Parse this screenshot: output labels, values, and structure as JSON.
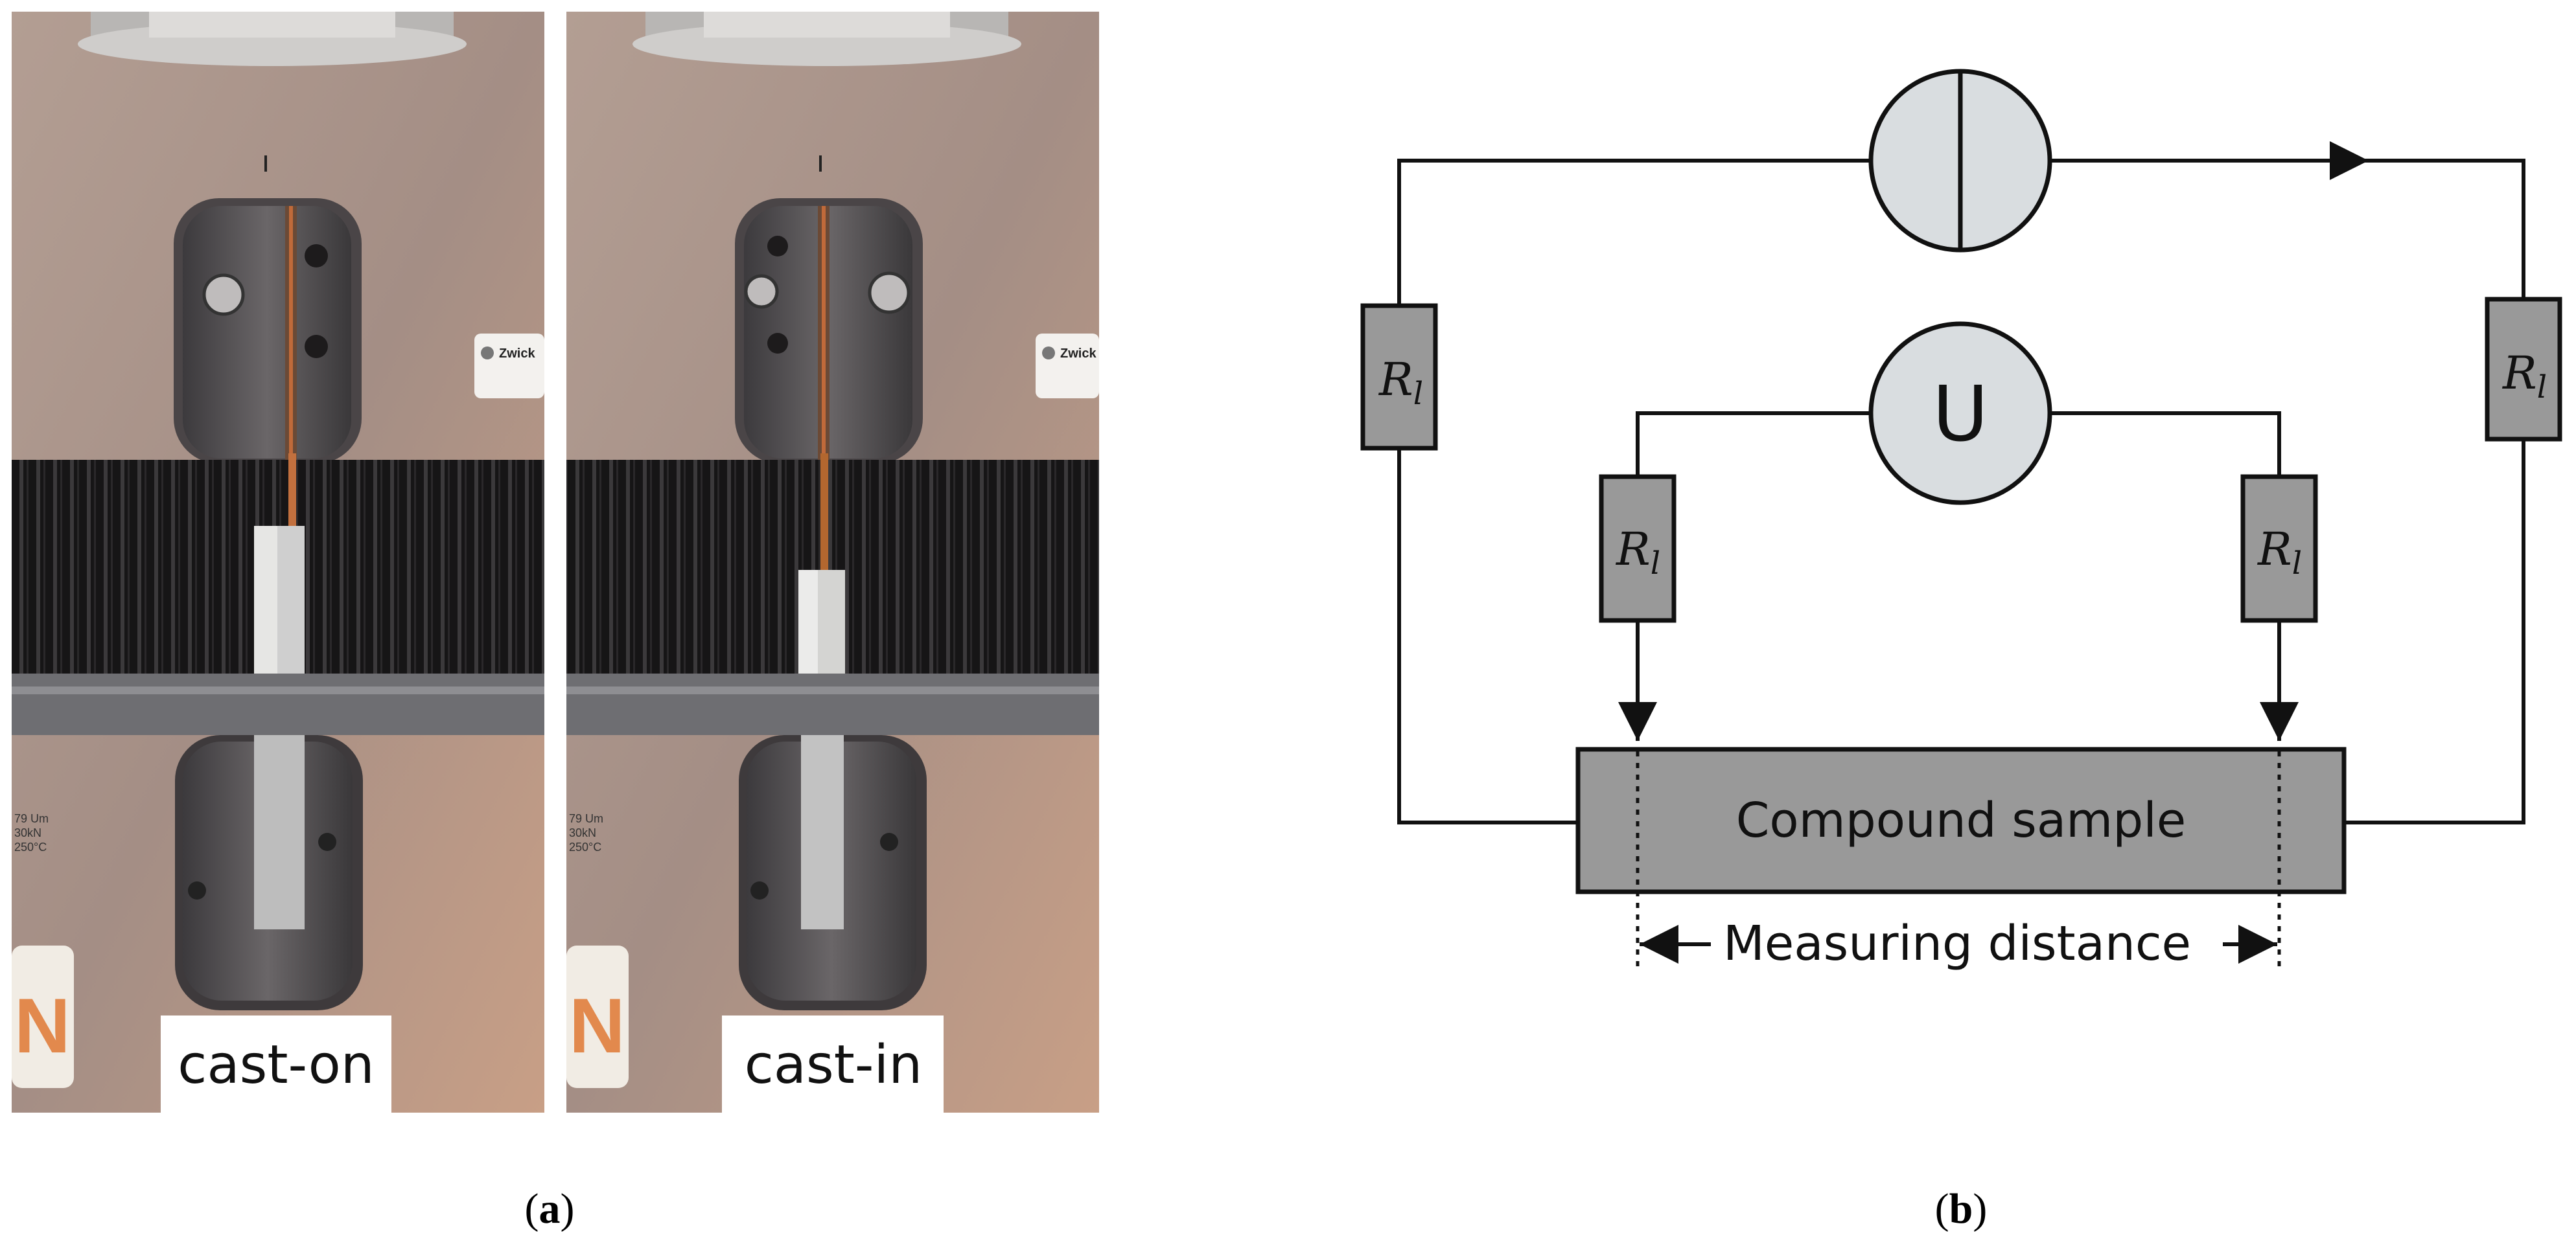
{
  "panel_a": {
    "left_photo_label": "cast-on",
    "right_photo_label": "cast-in",
    "caption": "a",
    "machine_tag_text": "Zwick",
    "badge_letter": "N"
  },
  "panel_b": {
    "caption": "b",
    "voltmeter_symbol": "U",
    "resistor_symbol": "R",
    "resistor_subscript": "l",
    "sample_label": "Compound sample",
    "distance_label": "Measuring distance"
  },
  "colors": {
    "component_fill": "#999999",
    "meter_fill": "#d9dde0",
    "line": "#111111",
    "steel_panel": "#a89488",
    "comb_dark": "#1e1c1d"
  }
}
